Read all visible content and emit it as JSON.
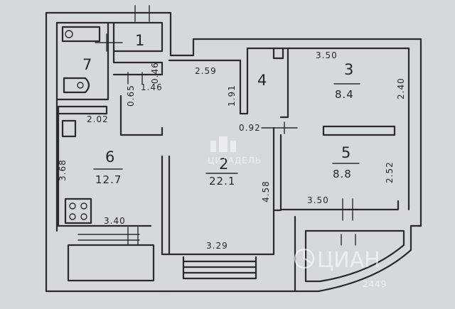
{
  "rooms": [
    {
      "number": "1"
    },
    {
      "number": "2",
      "area": "22.1"
    },
    {
      "number": "3",
      "area": "8.4"
    },
    {
      "number": "4"
    },
    {
      "number": "5",
      "area": "8.8"
    },
    {
      "number": "6",
      "area": "12.7"
    },
    {
      "number": "7"
    }
  ],
  "dimensions": {
    "kitchen_height": "3.68",
    "kitchen_width": "3.40",
    "bath_width": "2.02",
    "hall_small_a": "1.46",
    "hall_small_b": "0.46",
    "hall_small_c": "0.65",
    "hall_wall": "1.91",
    "hall_top": "2.59",
    "living_height": "4.58",
    "living_bottom": "3.29",
    "door_gap": "0.92",
    "room3_top": "3.50",
    "room3_right": "2.40",
    "room5_right": "2.52",
    "room5_bottom": "3.50"
  },
  "watermarks": {
    "center": "ЦИТАДЕЛЬ",
    "brand": "ЦИАН",
    "id_suffix": "2449"
  },
  "colors": {
    "paper": "#d6d9dc",
    "ink": "#2a2a2e",
    "watermark": "#ffffff"
  }
}
